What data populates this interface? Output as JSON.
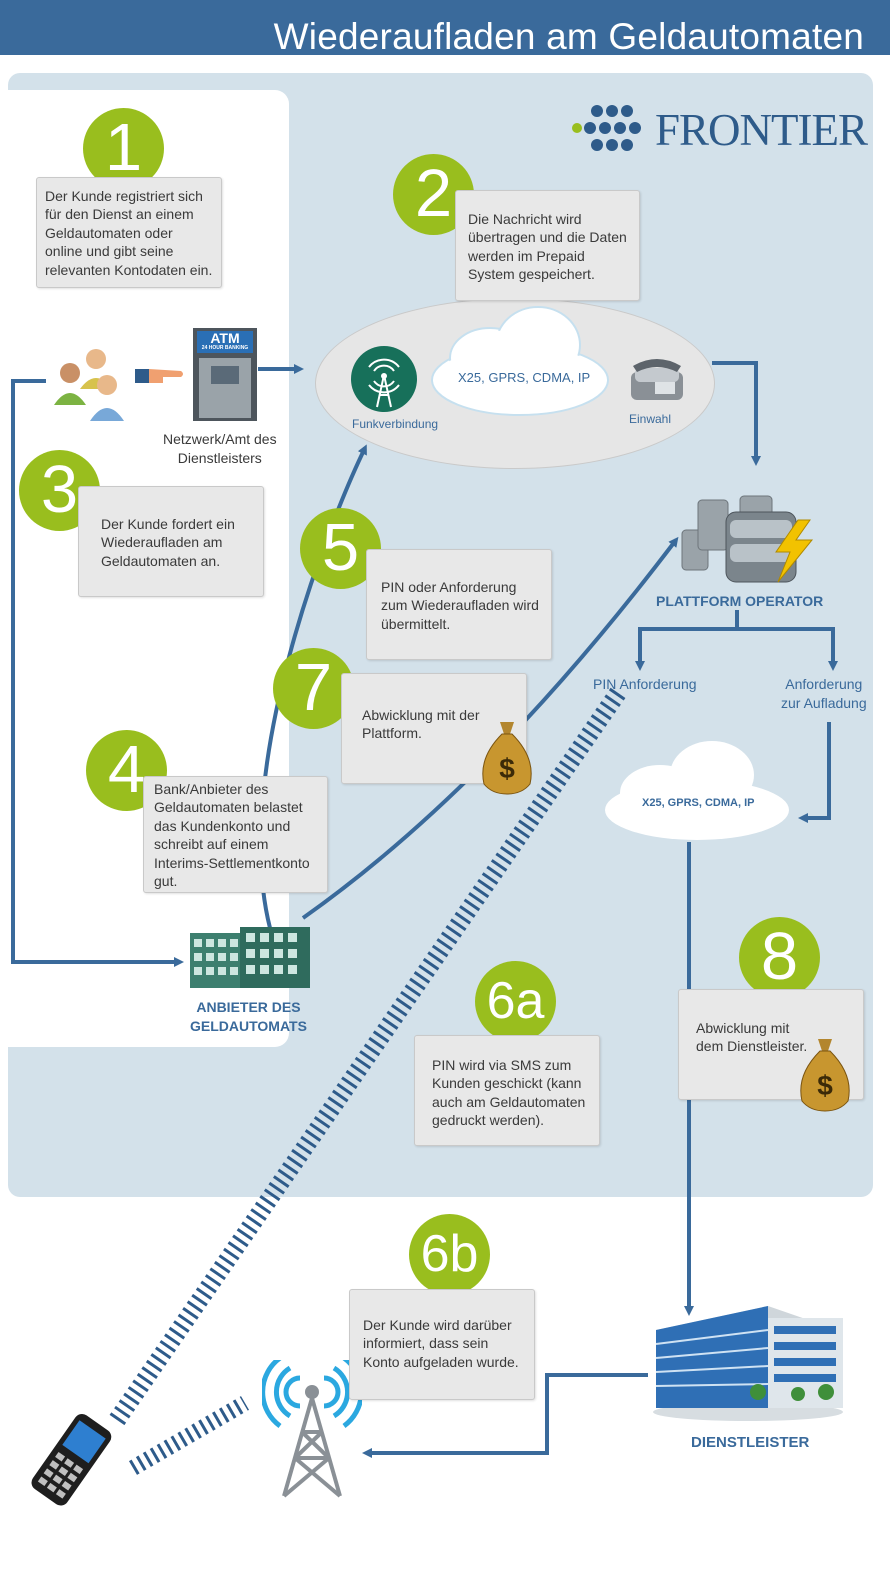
{
  "title": "Wiederaufladen am Geldautomaten",
  "logo": {
    "text": "FRONTIER"
  },
  "colors": {
    "primary": "#3a6a9b",
    "accent_green": "#99be1e",
    "panel": "#d3e1ea",
    "box": "#e8e8e8"
  },
  "steps": [
    {
      "number": "1",
      "lines": [
        "Der Kunde registriert sich",
        "für den Dienst an einem",
        "Geldautomaten oder",
        "online und gibt seine",
        "relevanten Kontodaten ein."
      ]
    },
    {
      "number": "2",
      "lines": [
        "Die Nachricht wird",
        "übertragen und die Daten",
        "werden im Prepaid",
        "System gespeichert."
      ]
    },
    {
      "number": "3",
      "lines": [
        "Der Kunde fordert ein",
        "Wiederaufladen am",
        "Geldautomaten an."
      ]
    },
    {
      "number": "4",
      "lines": [
        "Bank/Anbieter des",
        "Geldautomaten belastet",
        "das Kundenkonto und",
        "schreibt auf einem",
        "Interims-Settlementkonto",
        "gut."
      ]
    },
    {
      "number": "5",
      "lines": [
        "PIN oder Anforderung",
        "zum Wiederaufladen wird",
        "übermittelt."
      ]
    },
    {
      "number": "6a",
      "lines": [
        "PIN wird via SMS zum",
        "Kunden geschickt (kann",
        "auch am Geldautomaten",
        "gedruckt werden)."
      ]
    },
    {
      "number": "6b",
      "lines": [
        "Der Kunde wird darüber",
        "informiert, dass sein",
        "Konto aufgeladen wurde."
      ]
    },
    {
      "number": "7",
      "lines": [
        "Abwicklung mit der",
        "Plattform."
      ]
    },
    {
      "number": "8",
      "lines": [
        "Abwicklung mit",
        "dem Dienstleister."
      ]
    }
  ],
  "labels": {
    "network_provider": [
      "Netzwerk/Amt des",
      "Dienstleisters"
    ],
    "radio_link": "Funkverbindung",
    "cloud_top": "X25, GPRS, CDMA, IP",
    "dial_in": "Einwahl",
    "platform_operator": "PLATTFORM OPERATOR",
    "pin_request": "PIN Anforderung",
    "recharge_request": [
      "Anforderung",
      "zur Aufladung"
    ],
    "cloud_right": "X25, GPRS, CDMA, IP",
    "atm_provider": [
      "ANBIETER DES",
      "GELDAUTOMATS"
    ],
    "service_provider": "DIENSTLEISTER",
    "atm_sign": "ATM",
    "atm_sub": "24 HOUR BANKING",
    "money_symbol": "$"
  },
  "icons": [
    "users-icon",
    "pointing-hand-icon",
    "atm-icon",
    "radio-tower-icon",
    "telephone-icon",
    "cloud-icon",
    "database-server-icon",
    "money-bag-icon",
    "office-building-icon",
    "cell-tower-icon",
    "mobile-phone-icon"
  ]
}
